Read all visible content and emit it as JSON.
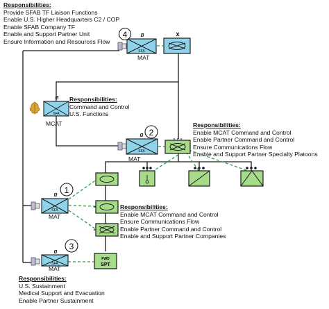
{
  "top_block": {
    "heading": "Responsibilities:",
    "lines": [
      "Provide SFAB TF Liaison Functions",
      "Enable U.S. Higher Headquarters C2 / COP",
      "Enable SFAB Company TF",
      "Enable and Support Partner Unit",
      "Ensure Information and Resources Flow"
    ]
  },
  "mcat_block": {
    "heading": "Responsibilities:",
    "lines": [
      "Command and Control",
      "U.S. Functions"
    ]
  },
  "node2_block": {
    "heading": "Responsibilities:",
    "lines": [
      "Enable MCAT Command and Control",
      "Enable Partner Command and Control",
      "Ensure Communications Flow",
      "Enable and Support Partner Specialty Platoons"
    ]
  },
  "node1_block": {
    "heading": "Responsibilities:",
    "lines": [
      "Enable MCAT Command and Control",
      "Ensure Communications Flow",
      "Enable Partner Command and Control",
      "Enable and Support Partner Companies"
    ]
  },
  "node3_block": {
    "heading": "Responsibilities:",
    "lines": [
      "U.S. Sustainment",
      "Medical Support and Evacuation",
      "Enable Partner Sustainment"
    ]
  },
  "symbols": {
    "sfa": "SFA",
    "mat": "MAT",
    "mcat": "MCAT",
    "phi": "ø",
    "x": "x",
    "fwd": "FWD",
    "spt": "SPT",
    "num1": "1",
    "num2": "2",
    "num3": "3",
    "num4": "4"
  },
  "colors": {
    "sfa_fill": "#8fd3ea",
    "partner_fill": "#a6db8a",
    "dash_green": "#2e9a4a",
    "line": "#1a1a1a"
  }
}
